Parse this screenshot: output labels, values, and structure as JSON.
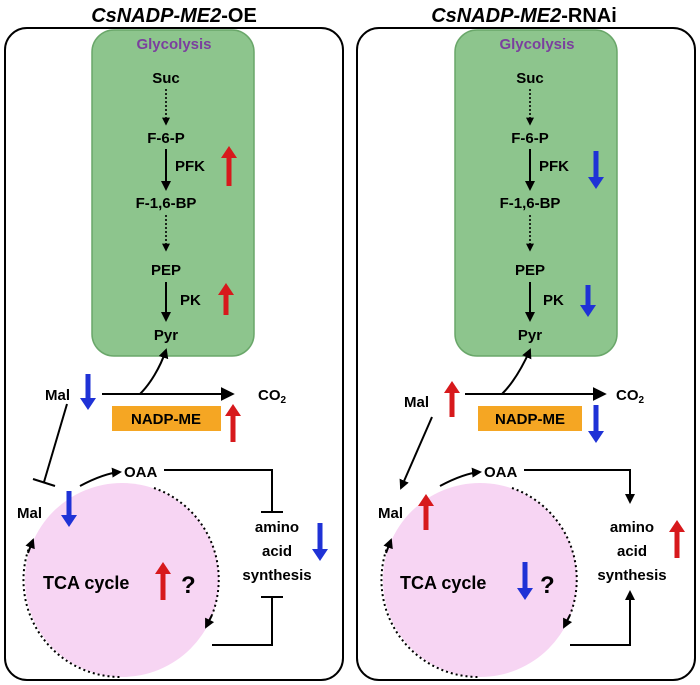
{
  "colors": {
    "glycolysis_bg": "#8dc58d",
    "glycolysis_border": "#6aa76a",
    "glycolysis_label": "#7b3f9e",
    "tca_bg": "#f7d5f3",
    "enzyme_box": "#f5a623",
    "up_arrow": "#d7191c",
    "down_arrow": "#1f32d6",
    "line": "#000000"
  },
  "panels": [
    {
      "title_gene": "CsNADP-ME2",
      "title_suffix": "-OE",
      "glycolysis": {
        "label": "Glycolysis",
        "metabolites": [
          "Suc",
          "F-6-P",
          "F-1,6-BP",
          "PEP",
          "Pyr"
        ],
        "enzymes": [
          {
            "name": "PFK",
            "trend": "up"
          },
          {
            "name": "PK",
            "trend": "up"
          }
        ]
      },
      "malate_top": {
        "label": "Mal",
        "trend": "down"
      },
      "product": {
        "label": "CO",
        "sub": "2"
      },
      "enzyme_box": {
        "label": "NADP-ME",
        "trend": "up"
      },
      "tca": {
        "label": "TCA cycle",
        "trend": "up",
        "question": "?",
        "oaa": "OAA",
        "malate": "Mal",
        "malate_trend": "down"
      },
      "amino": {
        "lines": [
          "amino",
          "acid",
          "synthesis"
        ],
        "trend": "down"
      }
    },
    {
      "title_gene": "CsNADP-ME2",
      "title_suffix": "-RNAi",
      "glycolysis": {
        "label": "Glycolysis",
        "metabolites": [
          "Suc",
          "F-6-P",
          "F-1,6-BP",
          "PEP",
          "Pyr"
        ],
        "enzymes": [
          {
            "name": "PFK",
            "trend": "down"
          },
          {
            "name": "PK",
            "trend": "down"
          }
        ]
      },
      "malate_top": {
        "label": "Mal",
        "trend": "up"
      },
      "product": {
        "label": "CO",
        "sub": "2"
      },
      "enzyme_box": {
        "label": "NADP-ME",
        "trend": "down"
      },
      "tca": {
        "label": "TCA cycle",
        "trend": "down",
        "question": "?",
        "oaa": "OAA",
        "malate": "Mal",
        "malate_trend": "up"
      },
      "amino": {
        "lines": [
          "amino",
          "acid",
          "synthesis"
        ],
        "trend": "up"
      }
    }
  ]
}
